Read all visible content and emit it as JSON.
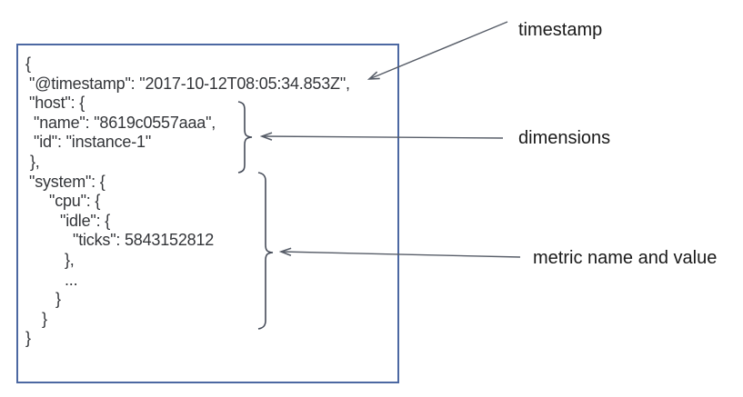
{
  "code_panel": {
    "description": "metric document example",
    "lines": [
      {
        "text": "{",
        "indent": 8
      },
      {
        "text": "\"@timestamp\": \"2017-10-12T08:05:34.853Z\",",
        "indent": 12
      },
      {
        "text": "\"host\": {",
        "indent": 12
      },
      {
        "text": "\"name\": \"8619c0557aaa\",",
        "indent": 17
      },
      {
        "text": "\"id\": \"instance-1\"",
        "indent": 17
      },
      {
        "text": "},",
        "indent": 13
      },
      {
        "text": "\"system\": {",
        "indent": 12
      },
      {
        "text": "\"cpu\": {",
        "indent": 34
      },
      {
        "text": "\"idle\": {",
        "indent": 46
      },
      {
        "text": "\"ticks\": 5843152812",
        "indent": 60
      },
      {
        "text": "},",
        "indent": 51
      },
      {
        "text": "...",
        "indent": 51
      },
      {
        "text": "}",
        "indent": 41
      },
      {
        "text": "}",
        "indent": 26
      },
      {
        "text": "}",
        "indent": 8
      }
    ],
    "values": {
      "timestamp": "2017-10-12T08:05:34.853Z",
      "host_name": "8619c0557aaa",
      "host_id": "instance-1",
      "cpu_idle_ticks": 5843152812
    }
  },
  "annotations": {
    "timestamp": {
      "label": "timestamp"
    },
    "dimensions": {
      "label": "dimensions"
    },
    "metric": {
      "label": "metric name and value"
    }
  },
  "colors": {
    "box_border": "#4c68a2",
    "code_text": "#333539",
    "label_text": "#1a1a1a",
    "arrow": "#575d68",
    "brace": "#454b58"
  }
}
